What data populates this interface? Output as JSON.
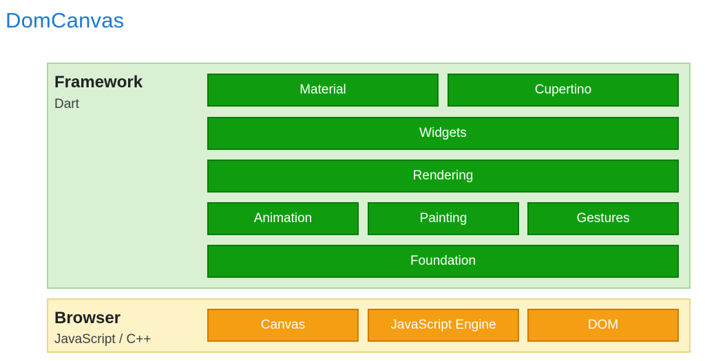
{
  "title": "DomCanvas",
  "colors": {
    "title": "#1f78d1",
    "framework_bg": "#d9f0d2",
    "framework_border": "#a9d89b",
    "framework_block": "#0f9d0f",
    "framework_block_border": "#0b7a0b",
    "browser_bg": "#fdf3c7",
    "browser_border": "#e8d68a",
    "browser_block": "#f59d13",
    "browser_block_border": "#c97c05"
  },
  "framework": {
    "title": "Framework",
    "subtitle": "Dart",
    "blocks": [
      "Material",
      "Cupertino",
      "Widgets",
      "Rendering",
      "Animation",
      "Painting",
      "Gestures",
      "Foundation"
    ]
  },
  "browser": {
    "title": "Browser",
    "subtitle": "JavaScript / C++",
    "blocks": [
      "Canvas",
      "JavaScript Engine",
      "DOM"
    ]
  }
}
